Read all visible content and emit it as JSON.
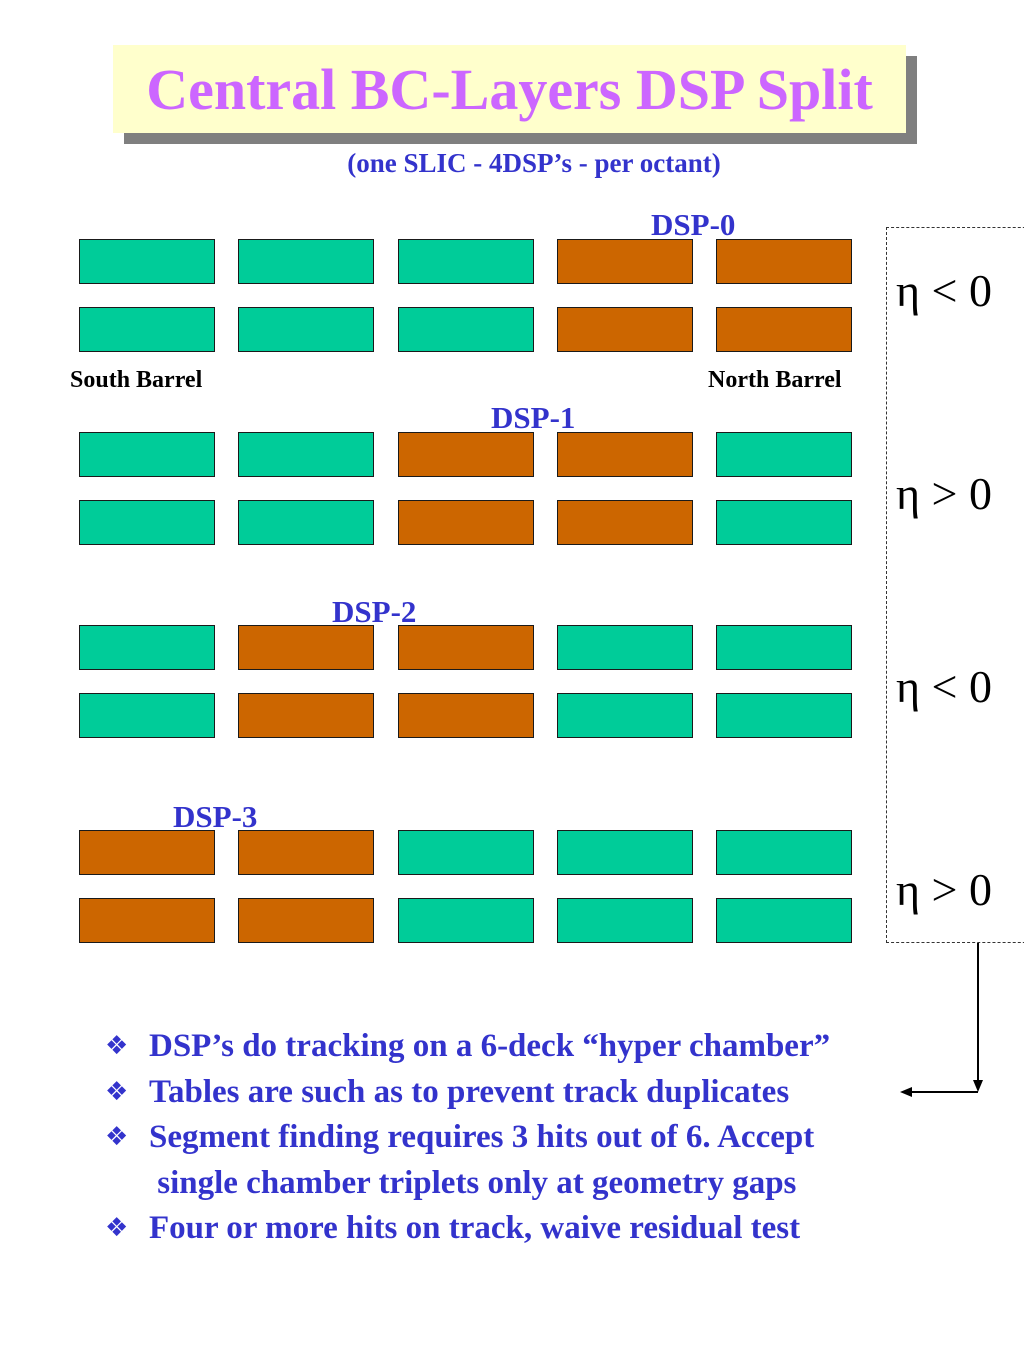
{
  "title": "Central BC-Layers DSP Split",
  "subtitle": "(one SLIC - 4DSP’s - per octant)",
  "colors": {
    "green": "#00cc99",
    "orange": "#cc6600",
    "text_blue": "#3333cc",
    "title_purple": "#cc66ff",
    "title_bg": "#ffffcc"
  },
  "barrel": {
    "south": "South Barrel",
    "north": "North Barrel"
  },
  "groups": [
    {
      "dsp": "DSP-0",
      "eta": "η < 0",
      "rows": [
        [
          "green",
          "green",
          "green",
          "orange",
          "orange"
        ],
        [
          "green",
          "green",
          "green",
          "orange",
          "orange"
        ]
      ]
    },
    {
      "dsp": "DSP-1",
      "eta": "η > 0",
      "rows": [
        [
          "green",
          "green",
          "orange",
          "orange",
          "green"
        ],
        [
          "green",
          "green",
          "orange",
          "orange",
          "green"
        ]
      ]
    },
    {
      "dsp": "DSP-2",
      "eta": "η < 0",
      "rows": [
        [
          "green",
          "orange",
          "orange",
          "green",
          "green"
        ],
        [
          "green",
          "orange",
          "orange",
          "green",
          "green"
        ]
      ]
    },
    {
      "dsp": "DSP-3",
      "eta": "η > 0",
      "rows": [
        [
          "orange",
          "orange",
          "green",
          "green",
          "green"
        ],
        [
          "orange",
          "orange",
          "green",
          "green",
          "green"
        ]
      ]
    }
  ],
  "bullets": [
    "DSP’s do tracking on a 6-deck “hyper chamber”",
    "Tables are such as to prevent track duplicates",
    "Segment finding requires 3 hits out of 6. Accept\n single chamber triplets only at geometry gaps",
    "Four or more hits on track, waive residual test"
  ],
  "bullet_symbol": "❖",
  "icons": {
    "bullet": "diamond-bullet-icon",
    "arrow": "arrow-icon"
  }
}
